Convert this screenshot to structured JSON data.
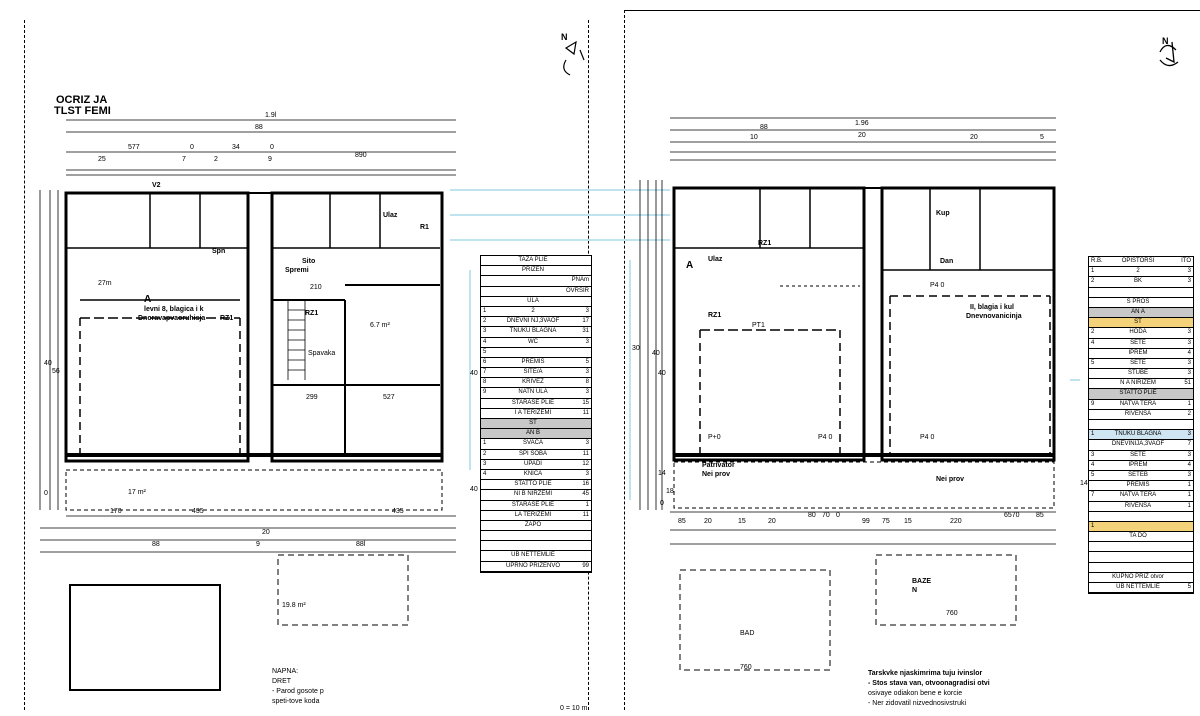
{
  "left_sheet": {
    "title_lines": [
      "OCRIZ JA",
      "TLST FEMI"
    ],
    "north_label": "N",
    "dims_top": [
      "1.9l",
      "88",
      "577",
      "0",
      "34",
      "0",
      "890",
      "25",
      "7",
      "2",
      "9"
    ],
    "dims_bottom": [
      "170",
      "435",
      "435",
      "20",
      "88",
      "9",
      "88l"
    ],
    "dims_left": [
      "40",
      "56",
      "40",
      "0",
      "40"
    ],
    "room_labels": [
      {
        "text": "V2"
      },
      {
        "text": "Spn"
      },
      {
        "text": "Ulaz"
      },
      {
        "text": "R1"
      },
      {
        "text": "27m"
      },
      {
        "text": "A"
      },
      {
        "text": "levni 8, blagica i k"
      },
      {
        "text": "Dnoravapvaoruhisja"
      },
      {
        "text": "RZ1"
      },
      {
        "text": "RZ1"
      },
      {
        "text": "Spavaka"
      },
      {
        "text": "Sito"
      },
      {
        "text": "Spremi"
      },
      {
        "text": "210"
      },
      {
        "text": "6.7 m²"
      },
      {
        "text": "299"
      },
      {
        "text": "527"
      },
      {
        "text": "17 m²"
      },
      {
        "text": "19.8 m²"
      }
    ],
    "table": {
      "title": "TAZA PLIE",
      "header": [
        "PRIZEN",
        "PNAm",
        "OVRSIR"
      ],
      "rows": [
        {
          "n": "",
          "name": "ULA",
          "v": ""
        },
        {
          "n": "1",
          "name": "2",
          "v": "3"
        },
        {
          "n": "2",
          "name": "DNEVNI NJ,3VAOF",
          "v": "17"
        },
        {
          "n": "3",
          "name": "TNUKU BLAGNA",
          "v": "31"
        },
        {
          "n": "4",
          "name": "WC",
          "v": "3"
        },
        {
          "n": "5",
          "name": "",
          "v": ""
        },
        {
          "n": "6",
          "name": "PREMIS",
          "v": "5"
        },
        {
          "n": "7",
          "name": "SITE/A",
          "v": "3"
        },
        {
          "n": "8",
          "name": "KRIVEZ",
          "v": "8"
        },
        {
          "n": "9",
          "name": "NATN ULA",
          "v": "3"
        },
        {
          "n": "",
          "name": "STARASE PLIE",
          "v": "15"
        },
        {
          "n": "",
          "name": "I A TERIZEMI",
          "v": "11"
        },
        {
          "n": "",
          "name": "ST",
          "v": "",
          "shade": true
        },
        {
          "n": "",
          "name": "AN B",
          "v": "",
          "shade": true
        },
        {
          "n": "1",
          "name": "SVAČA",
          "v": "3"
        },
        {
          "n": "2",
          "name": "SPI SOBA",
          "v": "11"
        },
        {
          "n": "3",
          "name": "UPADI",
          "v": "12"
        },
        {
          "n": "4",
          "name": "KNIČA",
          "v": "3"
        },
        {
          "n": "",
          "name": "STATTO PLIE",
          "v": "16"
        },
        {
          "n": "",
          "name": "NI B NIRZEMI",
          "v": "45"
        },
        {
          "n": "",
          "name": "STARASE PLIE",
          "v": "1"
        },
        {
          "n": "",
          "name": "LA TERIZEMI",
          "v": "11"
        },
        {
          "n": "",
          "name": "ZAPO",
          "v": ""
        },
        {
          "n": "",
          "name": "",
          "v": ""
        },
        {
          "n": "",
          "name": "",
          "v": ""
        },
        {
          "n": "",
          "name": "UB NETTEMLIE",
          "v": ""
        },
        {
          "n": "",
          "name": "UPRNO PRIZENVO",
          "v": "99"
        }
      ]
    },
    "notes": [
      "NAPNA:",
      "DRET",
      "- Parod gosote p",
      "speti-tove koda"
    ],
    "scale": "0 = 10 m"
  },
  "right_sheet": {
    "north_label": "N",
    "dims_top": [
      "1.96",
      "88",
      "20",
      "10",
      "20",
      "5"
    ],
    "dims_bottom": [
      "85",
      "20",
      "15",
      "20",
      "80",
      "70",
      "0",
      "99",
      "75",
      "15",
      "220",
      "6570",
      "85"
    ],
    "dims_left": [
      "30",
      "40",
      "40",
      "14",
      "18",
      "0",
      "14"
    ],
    "room_labels": [
      {
        "text": "Ulaz"
      },
      {
        "text": "RZ1"
      },
      {
        "text": "RZ1"
      },
      {
        "text": "PT1"
      },
      {
        "text": "A"
      },
      {
        "text": "Kup"
      },
      {
        "text": "Dan"
      },
      {
        "text": "P4 0"
      },
      {
        "text": "II, blagia i kul"
      },
      {
        "text": "Dnevnovanicinja"
      },
      {
        "text": "Patrivator"
      },
      {
        "text": "Nei prov"
      },
      {
        "text": "Nei prov"
      },
      {
        "text": "P+0"
      },
      {
        "text": "P4 0"
      },
      {
        "text": "P4 0"
      }
    ],
    "table": {
      "header": [
        "R.B.",
        "OPISTORSI",
        "ITO"
      ],
      "rows": [
        {
          "n": "1",
          "name": "2",
          "v": "3"
        },
        {
          "n": "2",
          "name": "BK",
          "v": "3"
        },
        {
          "n": "",
          "name": "",
          "v": ""
        },
        {
          "n": "",
          "name": "S PROS",
          "v": ""
        },
        {
          "n": "",
          "name": "AN A",
          "v": "",
          "shade": true
        },
        {
          "n": "",
          "name": "ST",
          "v": "",
          "hl": true
        },
        {
          "n": "2",
          "name": "HODA",
          "v": "3"
        },
        {
          "n": "4",
          "name": "ŠETE",
          "v": "3"
        },
        {
          "n": "",
          "name": "IPREM",
          "v": "4"
        },
        {
          "n": "5",
          "name": "ŠETE",
          "v": "3"
        },
        {
          "n": "",
          "name": "STUBE",
          "v": "3"
        },
        {
          "n": "",
          "name": "N A NIRIZEM",
          "v": "51"
        },
        {
          "n": "",
          "name": "STATTO PLIE",
          "v": "",
          "shade": true
        },
        {
          "n": "9",
          "name": "NATVA TERA",
          "v": "1"
        },
        {
          "n": "",
          "name": "RIVENSA",
          "v": "2"
        },
        {
          "n": "",
          "name": "",
          "v": ""
        },
        {
          "n": "1",
          "name": "TNUKU BLAGNA",
          "v": "3",
          "blue": true
        },
        {
          "n": "",
          "name": "DNEVINIJA,3VAOF",
          "v": "7"
        },
        {
          "n": "3",
          "name": "ŠETE",
          "v": "3"
        },
        {
          "n": "4",
          "name": "IPREM",
          "v": "4"
        },
        {
          "n": "5",
          "name": "SETEB",
          "v": "3"
        },
        {
          "n": "",
          "name": "PREMIS",
          "v": "1"
        },
        {
          "n": "7",
          "name": "NATVA TERA",
          "v": "1"
        },
        {
          "n": "",
          "name": "RIVENSA",
          "v": "1"
        },
        {
          "n": "",
          "name": "",
          "v": ""
        },
        {
          "n": "1",
          "name": "",
          "v": "",
          "hl": true
        },
        {
          "n": "",
          "name": "TA DO",
          "v": ""
        },
        {
          "n": "",
          "name": "",
          "v": ""
        },
        {
          "n": "",
          "name": "",
          "v": ""
        },
        {
          "n": "",
          "name": "",
          "v": ""
        },
        {
          "n": "",
          "name": "KUPNO PRIZ otvor",
          "v": ""
        },
        {
          "n": "",
          "name": "UB NETTEMLIE eno):",
          "v": "5"
        }
      ]
    },
    "box_labels": [
      "BAZE",
      "N",
      "760",
      "BAD",
      "760"
    ],
    "notes": [
      "Tarskvke njaskimrima tuju ivinslor",
      "- Stos stava van, otvoonagradisi otvi",
      "osivaye odiakon bene e korcie",
      "- Ner zidovatil nizvednosivstruki"
    ]
  }
}
